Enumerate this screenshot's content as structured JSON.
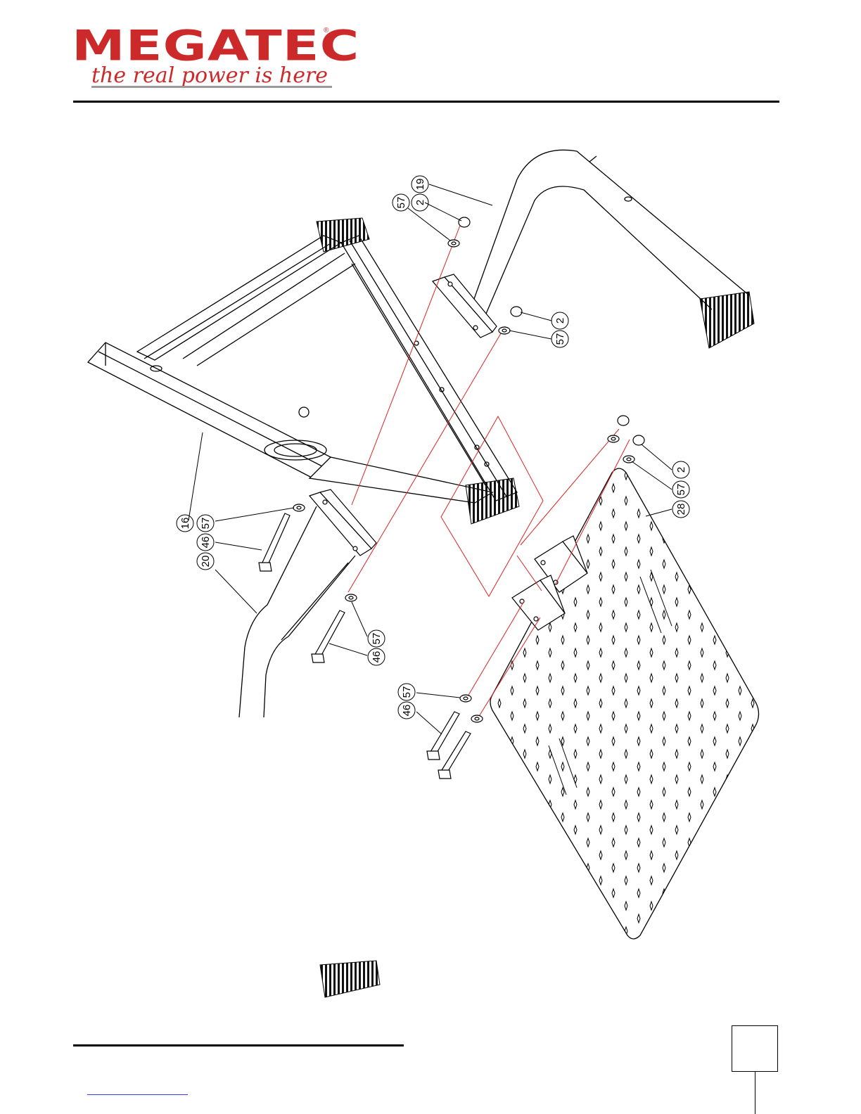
{
  "logo": {
    "wordmark": "MEGATEC",
    "registered_mark": "®",
    "tagline": "the real power is here"
  },
  "callouts": [
    {
      "label": "19"
    },
    {
      "label": "2"
    },
    {
      "label": "57"
    },
    {
      "label": "2"
    },
    {
      "label": "57"
    },
    {
      "label": "16"
    },
    {
      "label": "57"
    },
    {
      "label": "46"
    },
    {
      "label": "20"
    },
    {
      "label": "57"
    },
    {
      "label": "46"
    },
    {
      "label": "57"
    },
    {
      "label": "46"
    },
    {
      "label": "2"
    },
    {
      "label": "57"
    },
    {
      "label": "28"
    }
  ]
}
